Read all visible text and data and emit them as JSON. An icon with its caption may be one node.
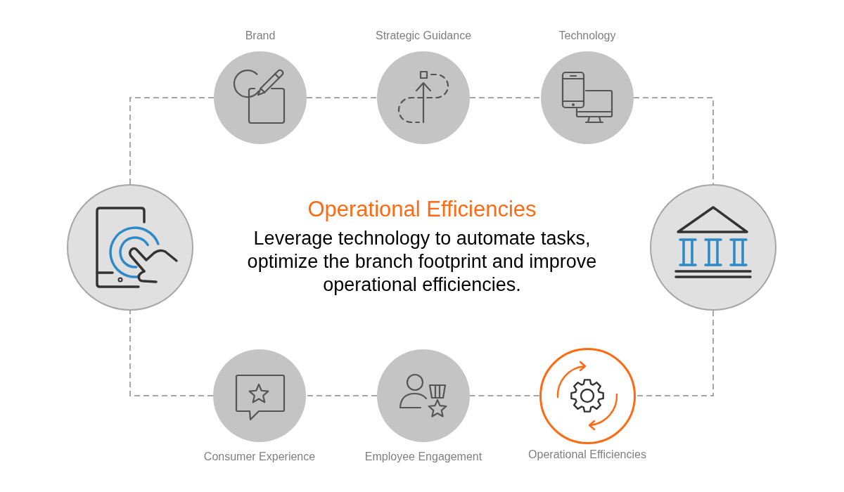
{
  "diagram": {
    "nodes": [
      {
        "text": [
          "Brand"
        ]
      },
      {
        "text": [
          "Strategic Guidance"
        ]
      },
      {
        "text": [
          "Technology"
        ]
      },
      {
        "text": [],
        "shape": "circle"
      },
      {
        "text": [],
        "shape": "circle"
      },
      {
        "text": [
          "Consumer Experience"
        ]
      },
      {
        "text": [
          "Employee Engagement"
        ]
      },
      {
        "text": [
          "Operational Efficiencies"
        ]
      }
    ],
    "edges": [
      {
        "from": 3,
        "to": 0,
        "arrow": "none",
        "style": "dashed"
      },
      {
        "from": 0,
        "to": 1,
        "arrow": "none",
        "style": "dashed"
      },
      {
        "from": 1,
        "to": 2,
        "arrow": "none",
        "style": "dashed"
      },
      {
        "from": 2,
        "to": 4,
        "arrow": "none",
        "style": "dashed"
      },
      {
        "from": 4,
        "to": 7,
        "arrow": "none",
        "style": "dashed"
      },
      {
        "from": 7,
        "to": 6,
        "arrow": "none",
        "style": "dashed"
      },
      {
        "from": 6,
        "to": 5,
        "arrow": "none",
        "style": "dashed"
      },
      {
        "from": 5,
        "to": 3,
        "arrow": "none",
        "style": "dashed"
      }
    ],
    "labels": [
      "Operational Efficiencies",
      "Leverage technology to automate tasks, optimize the branch footprint and improve operational efficiencies."
    ]
  }
}
